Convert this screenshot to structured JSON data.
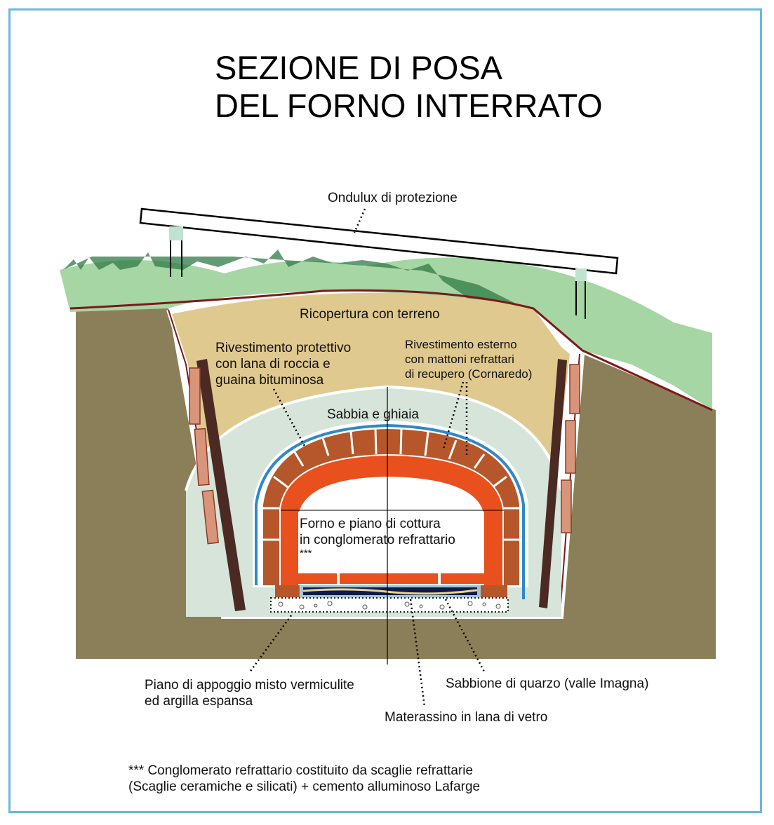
{
  "title": {
    "line1": "SEZIONE DI POSA",
    "line2": "DEL FORNO INTERRATO"
  },
  "labels": {
    "ondulux": "Ondulux di protezione",
    "ricopertura": "Ricopertura con terreno",
    "rivestimento_protettivo": [
      "Rivestimento protettivo",
      "con lana di roccia e",
      "guaina bituminosa"
    ],
    "rivestimento_esterno": [
      "Rivestimento esterno",
      "con mattoni refrattari",
      "di recupero (Cornaredo)"
    ],
    "sabbia": "Sabbia e ghiaia",
    "forno": [
      "Forno e piano di cottura",
      "in conglomerato refrattario",
      "***"
    ],
    "piano_appoggio": [
      "Piano di appoggio misto vermiculite",
      "ed argilla espansa"
    ],
    "sabbione": "Sabbione di quarzo (valle Imagna)",
    "materassino": "Materassino in lana di vetro"
  },
  "footnote": [
    "*** Conglomerato refrattario costituito da scaglie refrattarie",
    "(Scaglie ceramiche e silicati) + cemento alluminoso Lafarge"
  ],
  "colors": {
    "frame": "#6ab7e0",
    "earth": "#8b7f59",
    "sand": "#e0c98f",
    "gravel": "#d6e4d9",
    "refractory": "#e8501e",
    "brick": "#b5572b",
    "grass": "#9fd3a0"
  }
}
